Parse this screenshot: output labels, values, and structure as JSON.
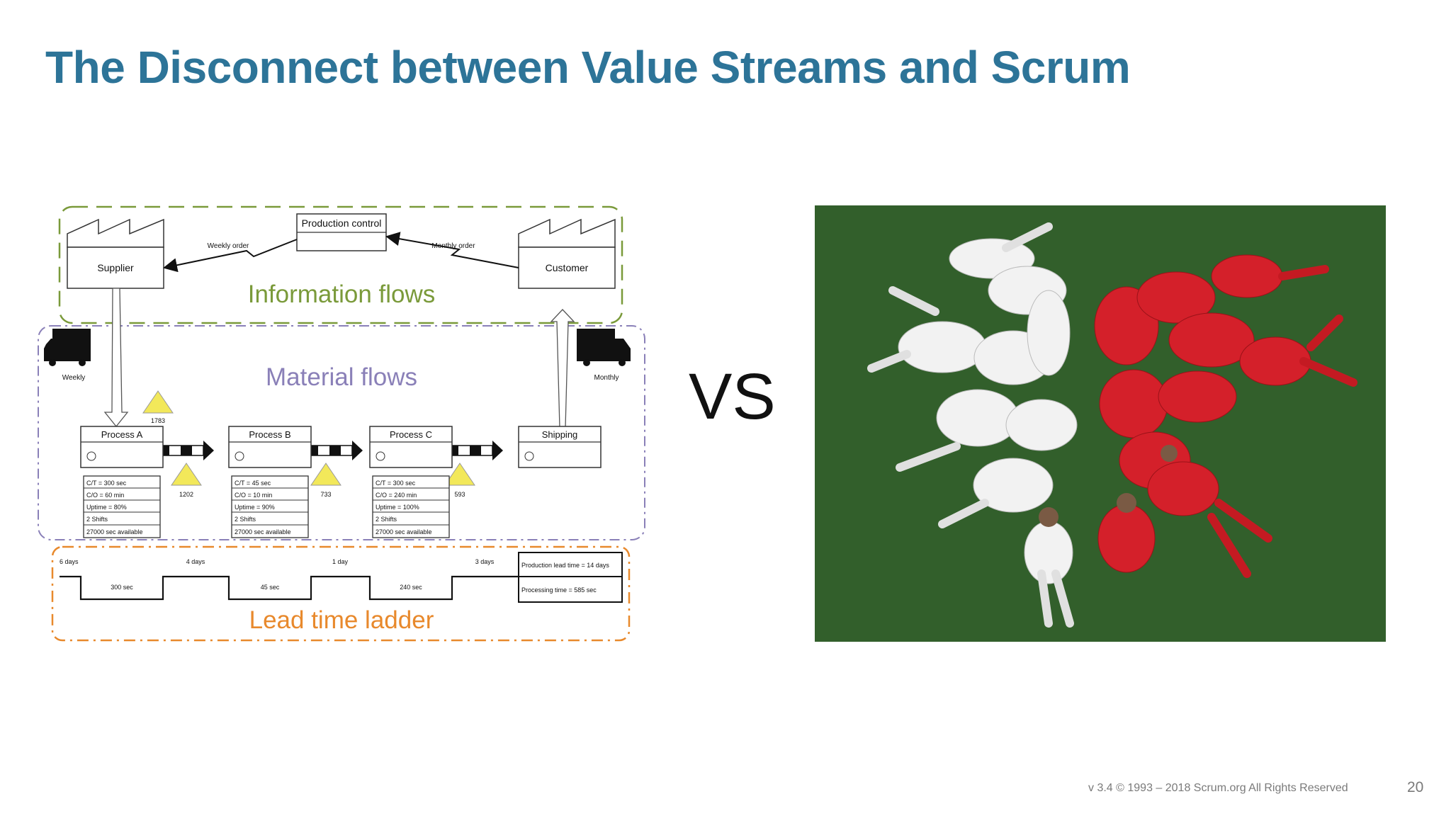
{
  "slide": {
    "title": "The Disconnect between Value Streams and Scrum",
    "vs_label": "VS",
    "footer": "v 3.4 © 1993 – 2018 Scrum.org All Rights Reserved",
    "page_number": "20"
  },
  "vsm": {
    "production_control": "Production control",
    "supplier": "Supplier",
    "customer": "Customer",
    "weekly_order": "Weekly order",
    "monthly_order": "Monthly order",
    "information_flows": "Information flows",
    "material_flows": "Material flows",
    "truck_left_label": "Weekly",
    "truck_right_label": "Monthly",
    "lead_time_ladder": "Lead time ladder",
    "inventory": [
      "1783",
      "1202",
      "733",
      "593"
    ],
    "processes": [
      {
        "name": "Process A",
        "data": [
          "C/T = 300 sec",
          "C/O = 60 min",
          "Uptime = 80%",
          "2 Shifts",
          "27000 sec available"
        ]
      },
      {
        "name": "Process B",
        "data": [
          "C/T = 45 sec",
          "C/O = 10 min",
          "Uptime = 90%",
          "2 Shifts",
          "27000 sec available"
        ]
      },
      {
        "name": "Process C",
        "data": [
          "C/T = 300 sec",
          "C/O = 240 min",
          "Uptime = 100%",
          "2 Shifts",
          "27000 sec available"
        ]
      }
    ],
    "shipping": "Shipping",
    "ladder_waits": [
      "6 days",
      "4 days",
      "1 day",
      "3 days"
    ],
    "ladder_proc": [
      "300 sec",
      "45 sec",
      "240 sec"
    ],
    "summary": [
      "Production lead time = 14 days",
      "Processing time = 585 sec"
    ]
  },
  "colors": {
    "title": "#2d7498",
    "info_green": "#7a9a3a",
    "material_purple": "#8a80b8",
    "lead_orange": "#e8892c",
    "triangle_yellow": "#f2e85a",
    "field_green": "#2f5a28",
    "team_red": "#d4202a",
    "team_white": "#f2f2f2"
  }
}
